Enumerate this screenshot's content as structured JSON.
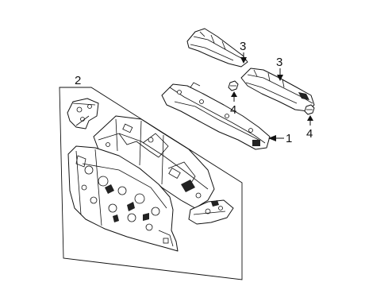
{
  "callouts": {
    "panel": "1",
    "dash_assembly": "2",
    "cowl_left": "3",
    "cowl_right": "3",
    "clip_left": "4",
    "clip_right": "4"
  }
}
